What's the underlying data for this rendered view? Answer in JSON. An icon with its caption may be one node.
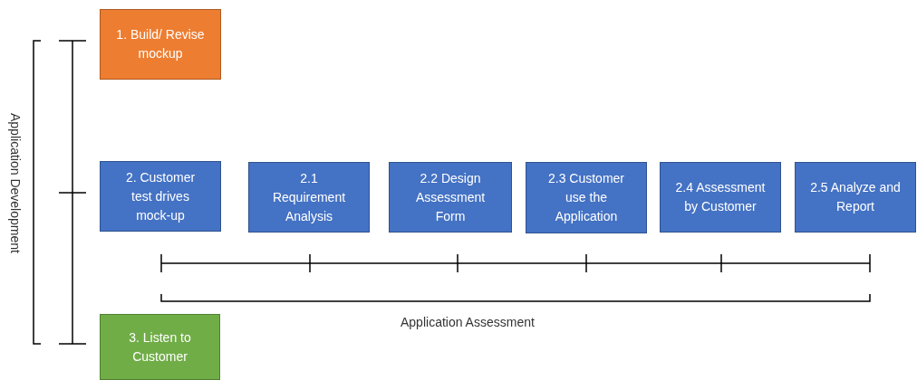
{
  "diagram": {
    "nodes": [
      {
        "text": [
          "1. Build/ Revise mockup"
        ]
      },
      {
        "text": [
          "2. Customer test drives mock-up"
        ]
      },
      {
        "text": [
          "2.1 Requirement Analysis"
        ]
      },
      {
        "text": [
          "2.2 Design Assessment Form"
        ]
      },
      {
        "text": [
          "2.3 Customer use the Application"
        ]
      },
      {
        "text": [
          "2.4 Assessment by Customer"
        ]
      },
      {
        "text": [
          "2.5 Analyze and Report"
        ]
      },
      {
        "text": [
          "3. Listen to Customer"
        ]
      }
    ],
    "labels": [
      "Application Development",
      "Application Assessment"
    ]
  }
}
